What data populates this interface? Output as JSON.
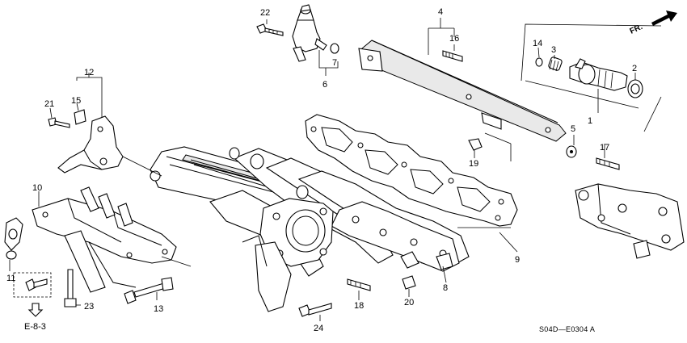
{
  "diagram": {
    "callouts": [
      {
        "id": "c1",
        "label": "1"
      },
      {
        "id": "c2",
        "label": "2"
      },
      {
        "id": "c3",
        "label": "3"
      },
      {
        "id": "c4",
        "label": "4"
      },
      {
        "id": "c5",
        "label": "5"
      },
      {
        "id": "c6",
        "label": "6"
      },
      {
        "id": "c7",
        "label": "7"
      },
      {
        "id": "c8",
        "label": "8"
      },
      {
        "id": "c9",
        "label": "9"
      },
      {
        "id": "c10",
        "label": "10"
      },
      {
        "id": "c11",
        "label": "11"
      },
      {
        "id": "c12",
        "label": "12"
      },
      {
        "id": "c13",
        "label": "13"
      },
      {
        "id": "c14",
        "label": "14"
      },
      {
        "id": "c15",
        "label": "15"
      },
      {
        "id": "c16",
        "label": "16"
      },
      {
        "id": "c17",
        "label": "17"
      },
      {
        "id": "c18",
        "label": "18"
      },
      {
        "id": "c19",
        "label": "19"
      },
      {
        "id": "c20",
        "label": "20"
      },
      {
        "id": "c21",
        "label": "21"
      },
      {
        "id": "c22",
        "label": "22"
      },
      {
        "id": "c23",
        "label": "23"
      },
      {
        "id": "c24",
        "label": "24"
      }
    ],
    "direction_label": "FR.",
    "reference_label": "E-8-3",
    "code_label": "S04D—E0304 A"
  }
}
